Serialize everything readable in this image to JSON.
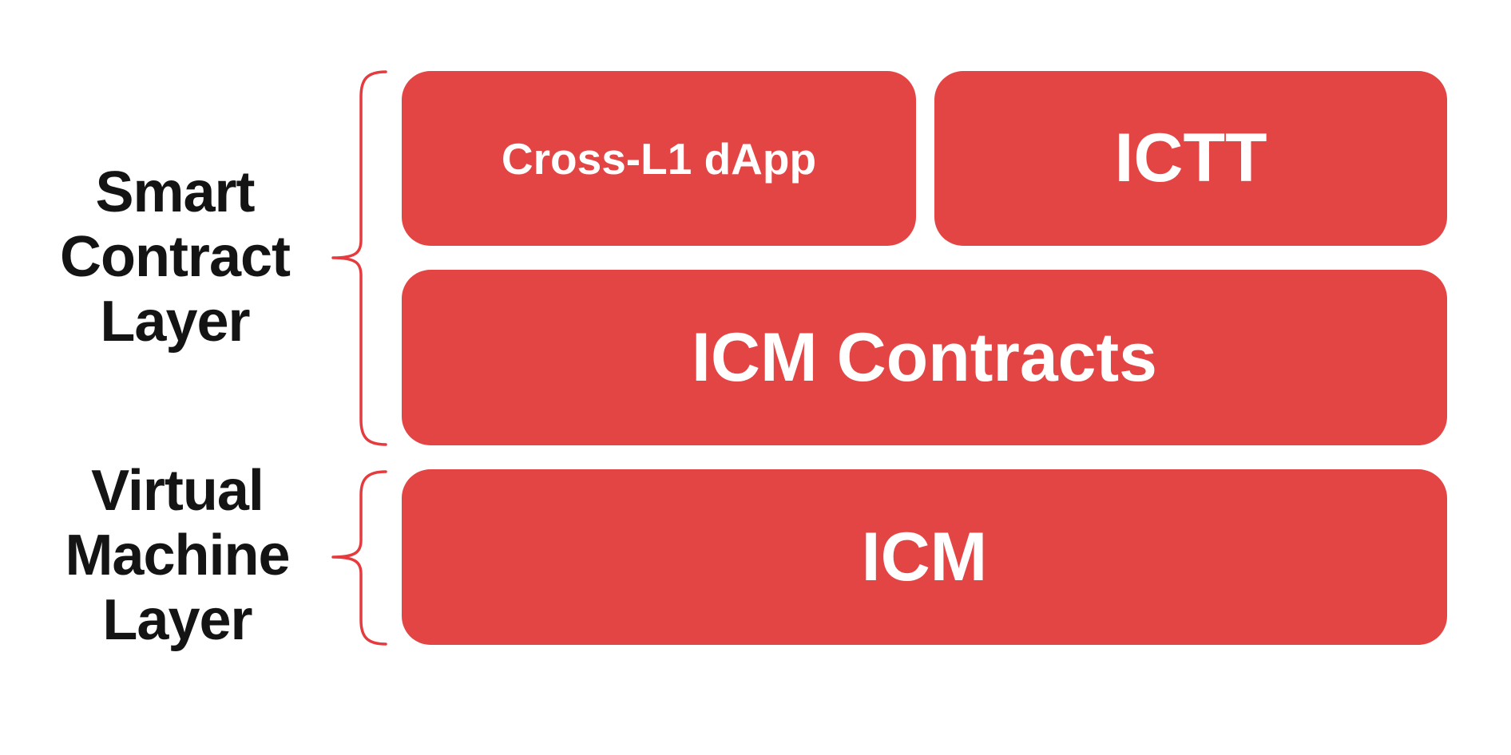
{
  "colors": {
    "box_fill": "#E34545",
    "brace_stroke": "#E63B3E",
    "label_text": "#141414",
    "box_text": "#FFFFFF",
    "background": "#FFFFFF"
  },
  "left_labels": {
    "smart_contract_layer": {
      "line1": "Smart",
      "line2": "Contract",
      "line3": "Layer"
    },
    "virtual_machine_layer": {
      "line1": "Virtual",
      "line2": "Machine",
      "line3": "Layer"
    }
  },
  "boxes": {
    "cross_l1_dapp": {
      "label": "Cross-L1 dApp"
    },
    "ictt": {
      "label": "ICTT"
    },
    "icm_contracts": {
      "label": "ICM Contracts"
    },
    "icm": {
      "label": "ICM"
    }
  }
}
